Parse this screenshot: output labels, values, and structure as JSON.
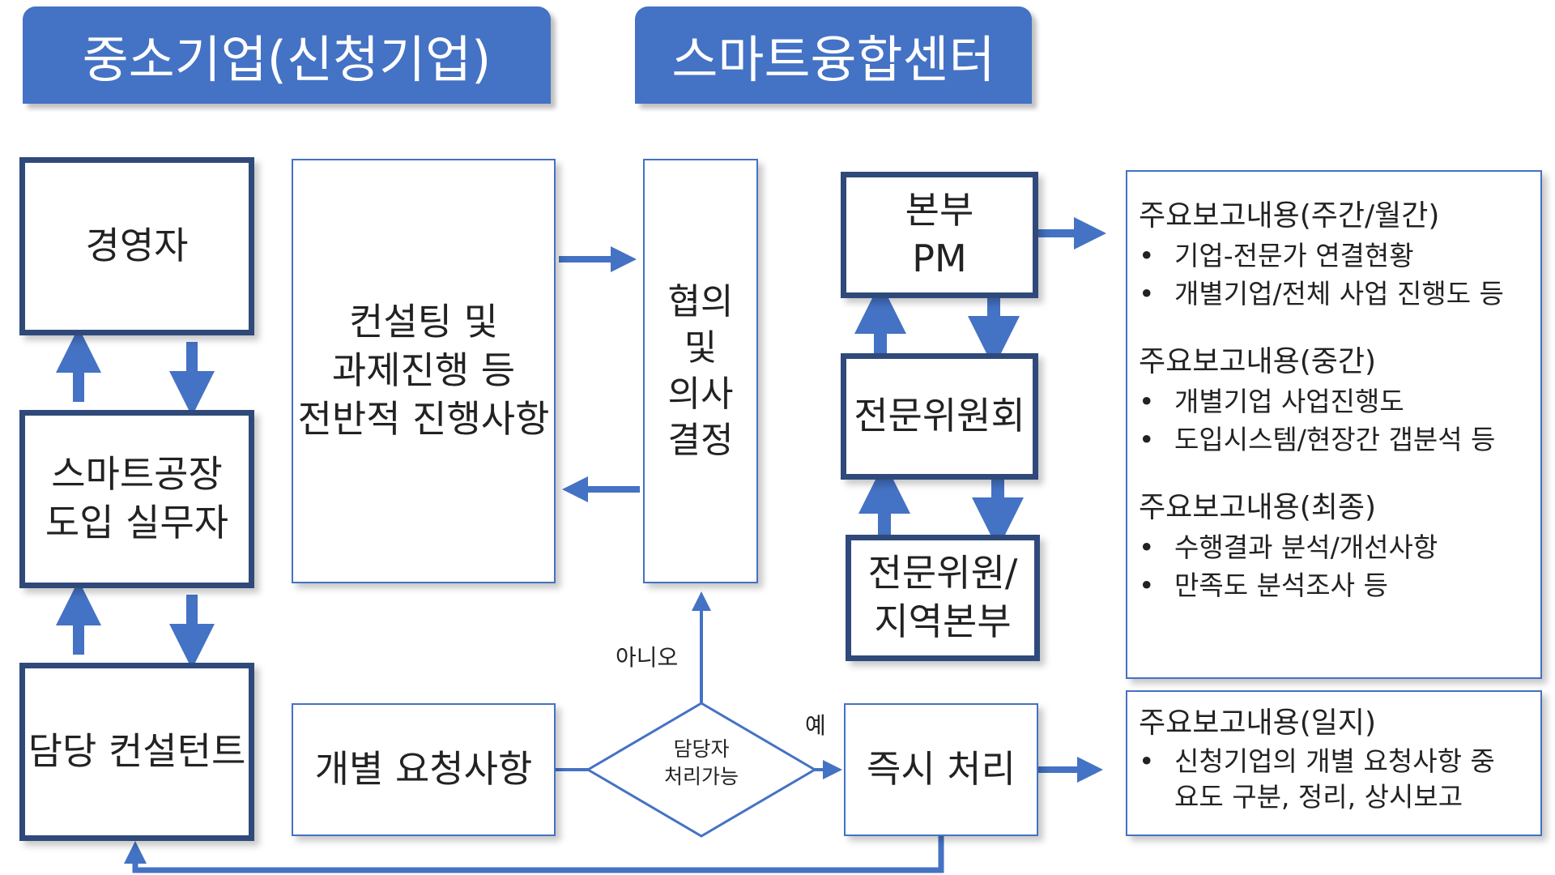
{
  "headers": {
    "sme": "중소기업(신청기업)",
    "center": "스마트융합센터"
  },
  "sme_column": {
    "ceo": "경영자",
    "practitioner_line1": "스마트공장",
    "practitioner_line2": "도입 실무자",
    "consultant": "담당 컨설턴트"
  },
  "progress_box": {
    "line1": "컨설팅 및",
    "line2": "과제진행 등",
    "line3": "전반적 진행사항"
  },
  "decision_box": {
    "line1": "협의",
    "line2": "및",
    "line3": "의사",
    "line4": "결정"
  },
  "center_column": {
    "pm_line1": "본부",
    "pm_line2": "PM",
    "committee": "전문위원회",
    "expert_line1": "전문위원/",
    "expert_line2": "지역본부"
  },
  "request_box": "개별 요청사항",
  "diamond": {
    "line1": "담당자",
    "line2": "처리가능"
  },
  "labels": {
    "no": "아니오",
    "yes": "예"
  },
  "immediate_box": "즉시 처리",
  "reports": {
    "weekly_title": "주요보고내용(주간/월간)",
    "weekly_items": [
      "기업-전문가 연결현황",
      "개별기업/전체 사업 진행도 등"
    ],
    "interim_title": "주요보고내용(중간)",
    "interim_items": [
      "개별기업 사업진행도",
      "도입시스템/현장간 갭분석 등"
    ],
    "final_title": "주요보고내용(최종)",
    "final_items": [
      "수행결과 분석/개선사항",
      "만족도 분석조사 등"
    ],
    "daily_title": "주요보고내용(일지)",
    "daily_item_line1": "신청기업의 개별 요청사항 중",
    "daily_item_line2": "요도 구분, 정리, 상시보고",
    "bullet": "•"
  },
  "colors": {
    "accent": "#4472C4",
    "dark_border": "#2F4A7A"
  }
}
